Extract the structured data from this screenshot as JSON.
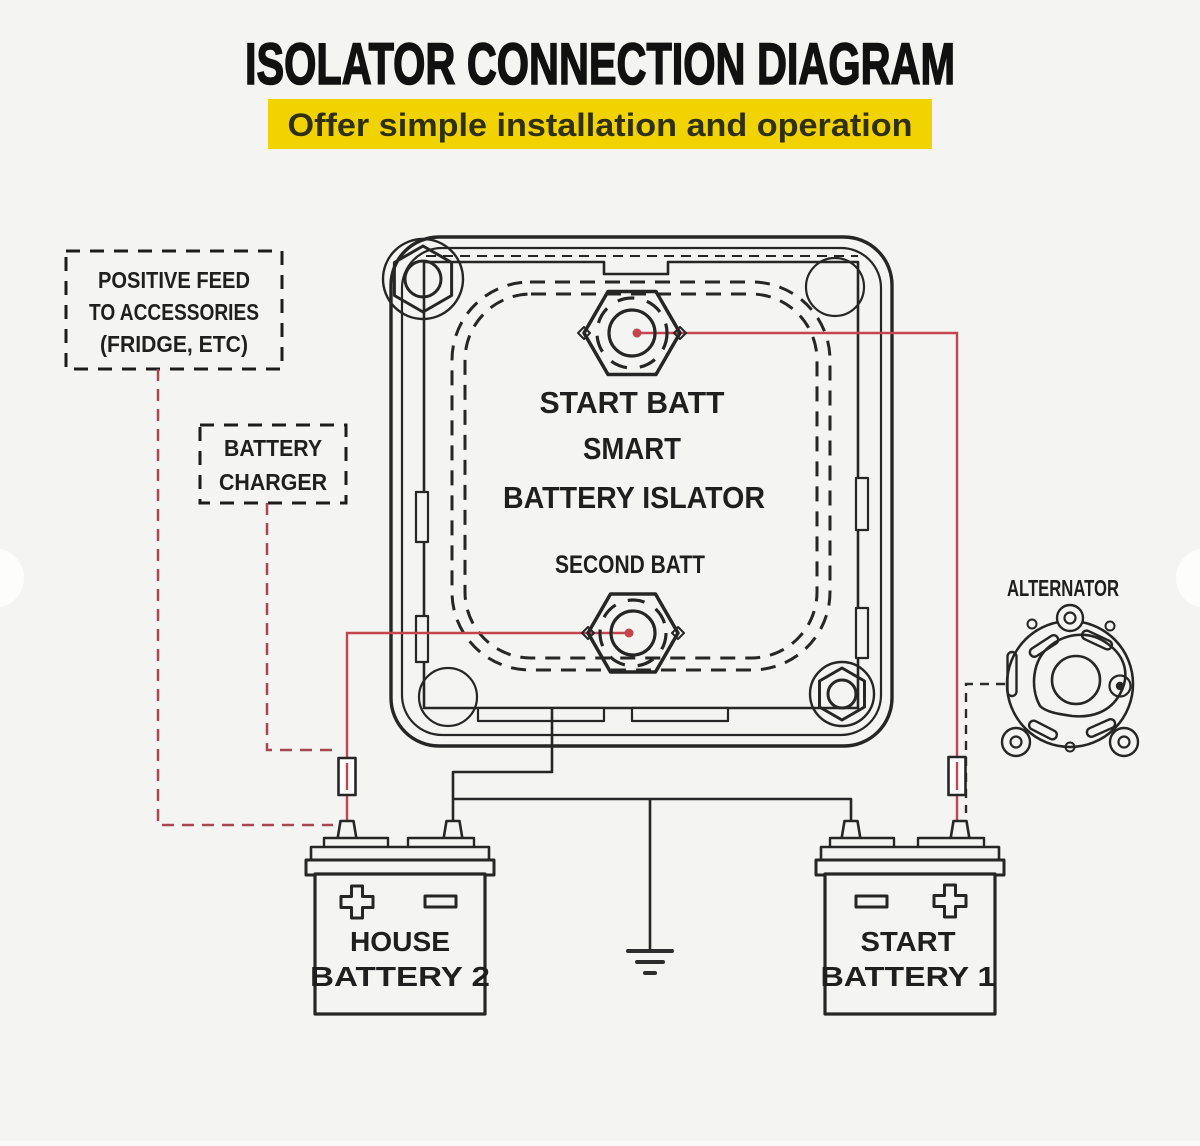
{
  "header": {
    "title": "ISOLATOR CONNECTION DIAGRAM",
    "subtitle": "Offer simple installation and operation"
  },
  "annotations": {
    "positive_feed_line1": "POSITIVE FEED",
    "positive_feed_line2": "TO ACCESSORIES",
    "positive_feed_line3": "(FRIDGE, ETC)",
    "battery_charger_line1": "BATTERY",
    "battery_charger_line2": "CHARGER",
    "alternator": "ALTERNATOR"
  },
  "isolator": {
    "top_terminal": "START BATT",
    "brand": "SMART",
    "device_name": "BATTERY ISLATOR",
    "bottom_terminal": "SECOND BATT"
  },
  "batteries": {
    "house_line1": "HOUSE",
    "house_line2": "BATTERY 2",
    "start_line1": "START",
    "start_line2": "BATTERY 1"
  },
  "colors": {
    "background": "#f4f4f2",
    "banner_yellow": "#f2d302",
    "title_text": "#111111",
    "line_black": "#262626",
    "wire_red": "#c3454e",
    "wire_red_dashed": "#a84750"
  }
}
